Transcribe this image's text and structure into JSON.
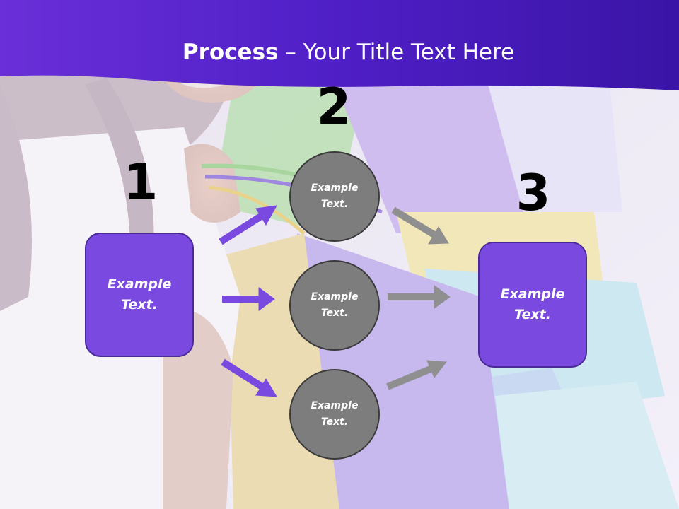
{
  "title": {
    "bold": "Process",
    "rest": " – Your Title Text Here"
  },
  "steps": {
    "step1": {
      "number": "1",
      "text": "Example\nText."
    },
    "step2": {
      "number": "2",
      "items": [
        "Example\nText.",
        "Example\nText.",
        "Example\nText."
      ]
    },
    "step3": {
      "number": "3",
      "text": "Example\nText."
    }
  },
  "colors": {
    "header": "#5a24cf",
    "box": "#7a4ae0",
    "circle": "#7d7d7d",
    "arrow_in": "#7a4ae0",
    "arrow_out": "#8f8f8f"
  }
}
